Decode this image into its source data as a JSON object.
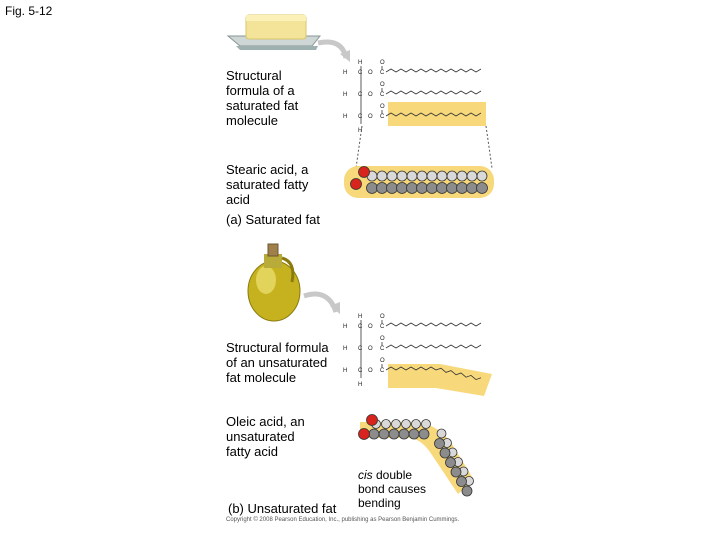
{
  "figure_label": "Fig. 5-12",
  "saturated": {
    "formula_caption": [
      "Structural",
      "formula of a",
      "saturated fat",
      "molecule"
    ],
    "acid_caption": [
      "Stearic acid, a",
      "saturated fatty",
      "acid"
    ],
    "panel_label": "(a) Saturated fat"
  },
  "unsaturated": {
    "formula_caption": [
      "Structural formula",
      "of an unsaturated",
      "fat molecule"
    ],
    "acid_caption": [
      "Oleic acid, an",
      "unsaturated",
      "fatty acid"
    ],
    "cis_note": {
      "italic": "cis",
      "rest": " double",
      "line2": "bond causes",
      "line3": "bending"
    },
    "panel_label": "(b) Unsaturated fat"
  },
  "formula_atoms": {
    "H": "H",
    "C": "C",
    "O": "O"
  },
  "copyright": "Copyright © 2008 Pearson Education, Inc., publishing as Pearson Benjamin Cummings.",
  "colors": {
    "highlight": "#f7d97c",
    "oxygen": "#d8241c",
    "carbon": "#8c8c8c",
    "hydrogen": "#d9d9d9",
    "bond": "#000000"
  }
}
